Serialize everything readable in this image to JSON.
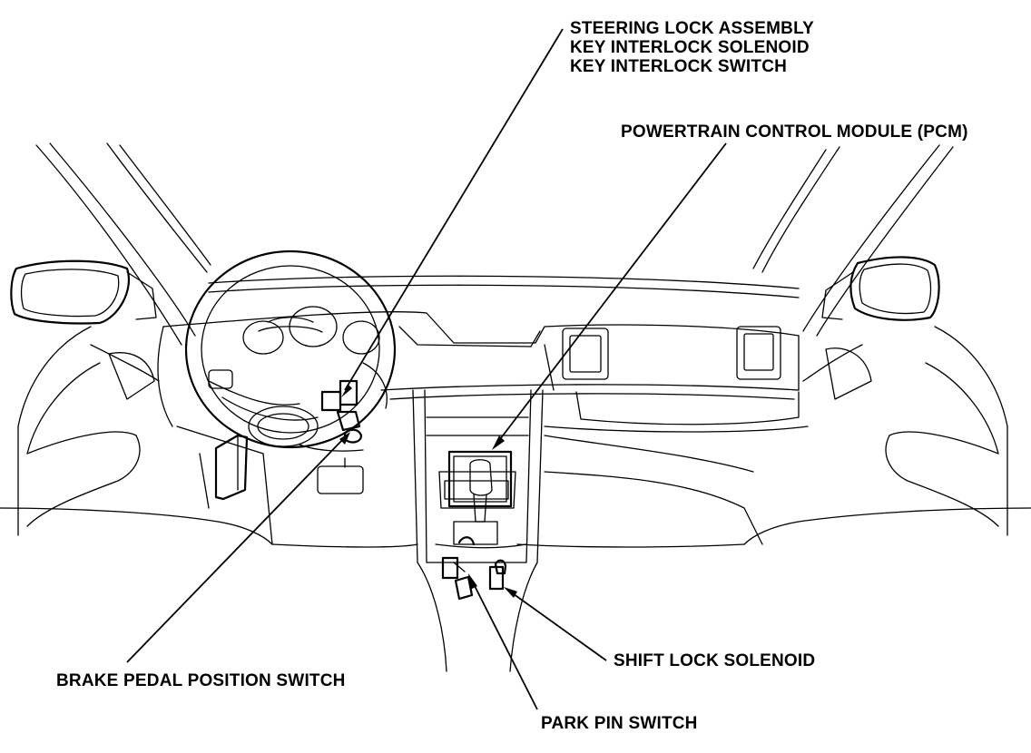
{
  "labels": {
    "steering_lock_assembly": "STEERING LOCK ASSEMBLY",
    "key_interlock_solenoid": "KEY INTERLOCK SOLENOID",
    "key_interlock_switch": "KEY INTERLOCK SWITCH",
    "pcm": "POWERTRAIN CONTROL MODULE (PCM)",
    "brake_pedal_position_switch": "BRAKE PEDAL POSITION SWITCH",
    "shift_lock_solenoid": "SHIFT LOCK SOLENOID",
    "park_pin_switch": "PARK PIN SWITCH"
  },
  "colors": {
    "line": "#000000",
    "background": "#ffffff"
  }
}
